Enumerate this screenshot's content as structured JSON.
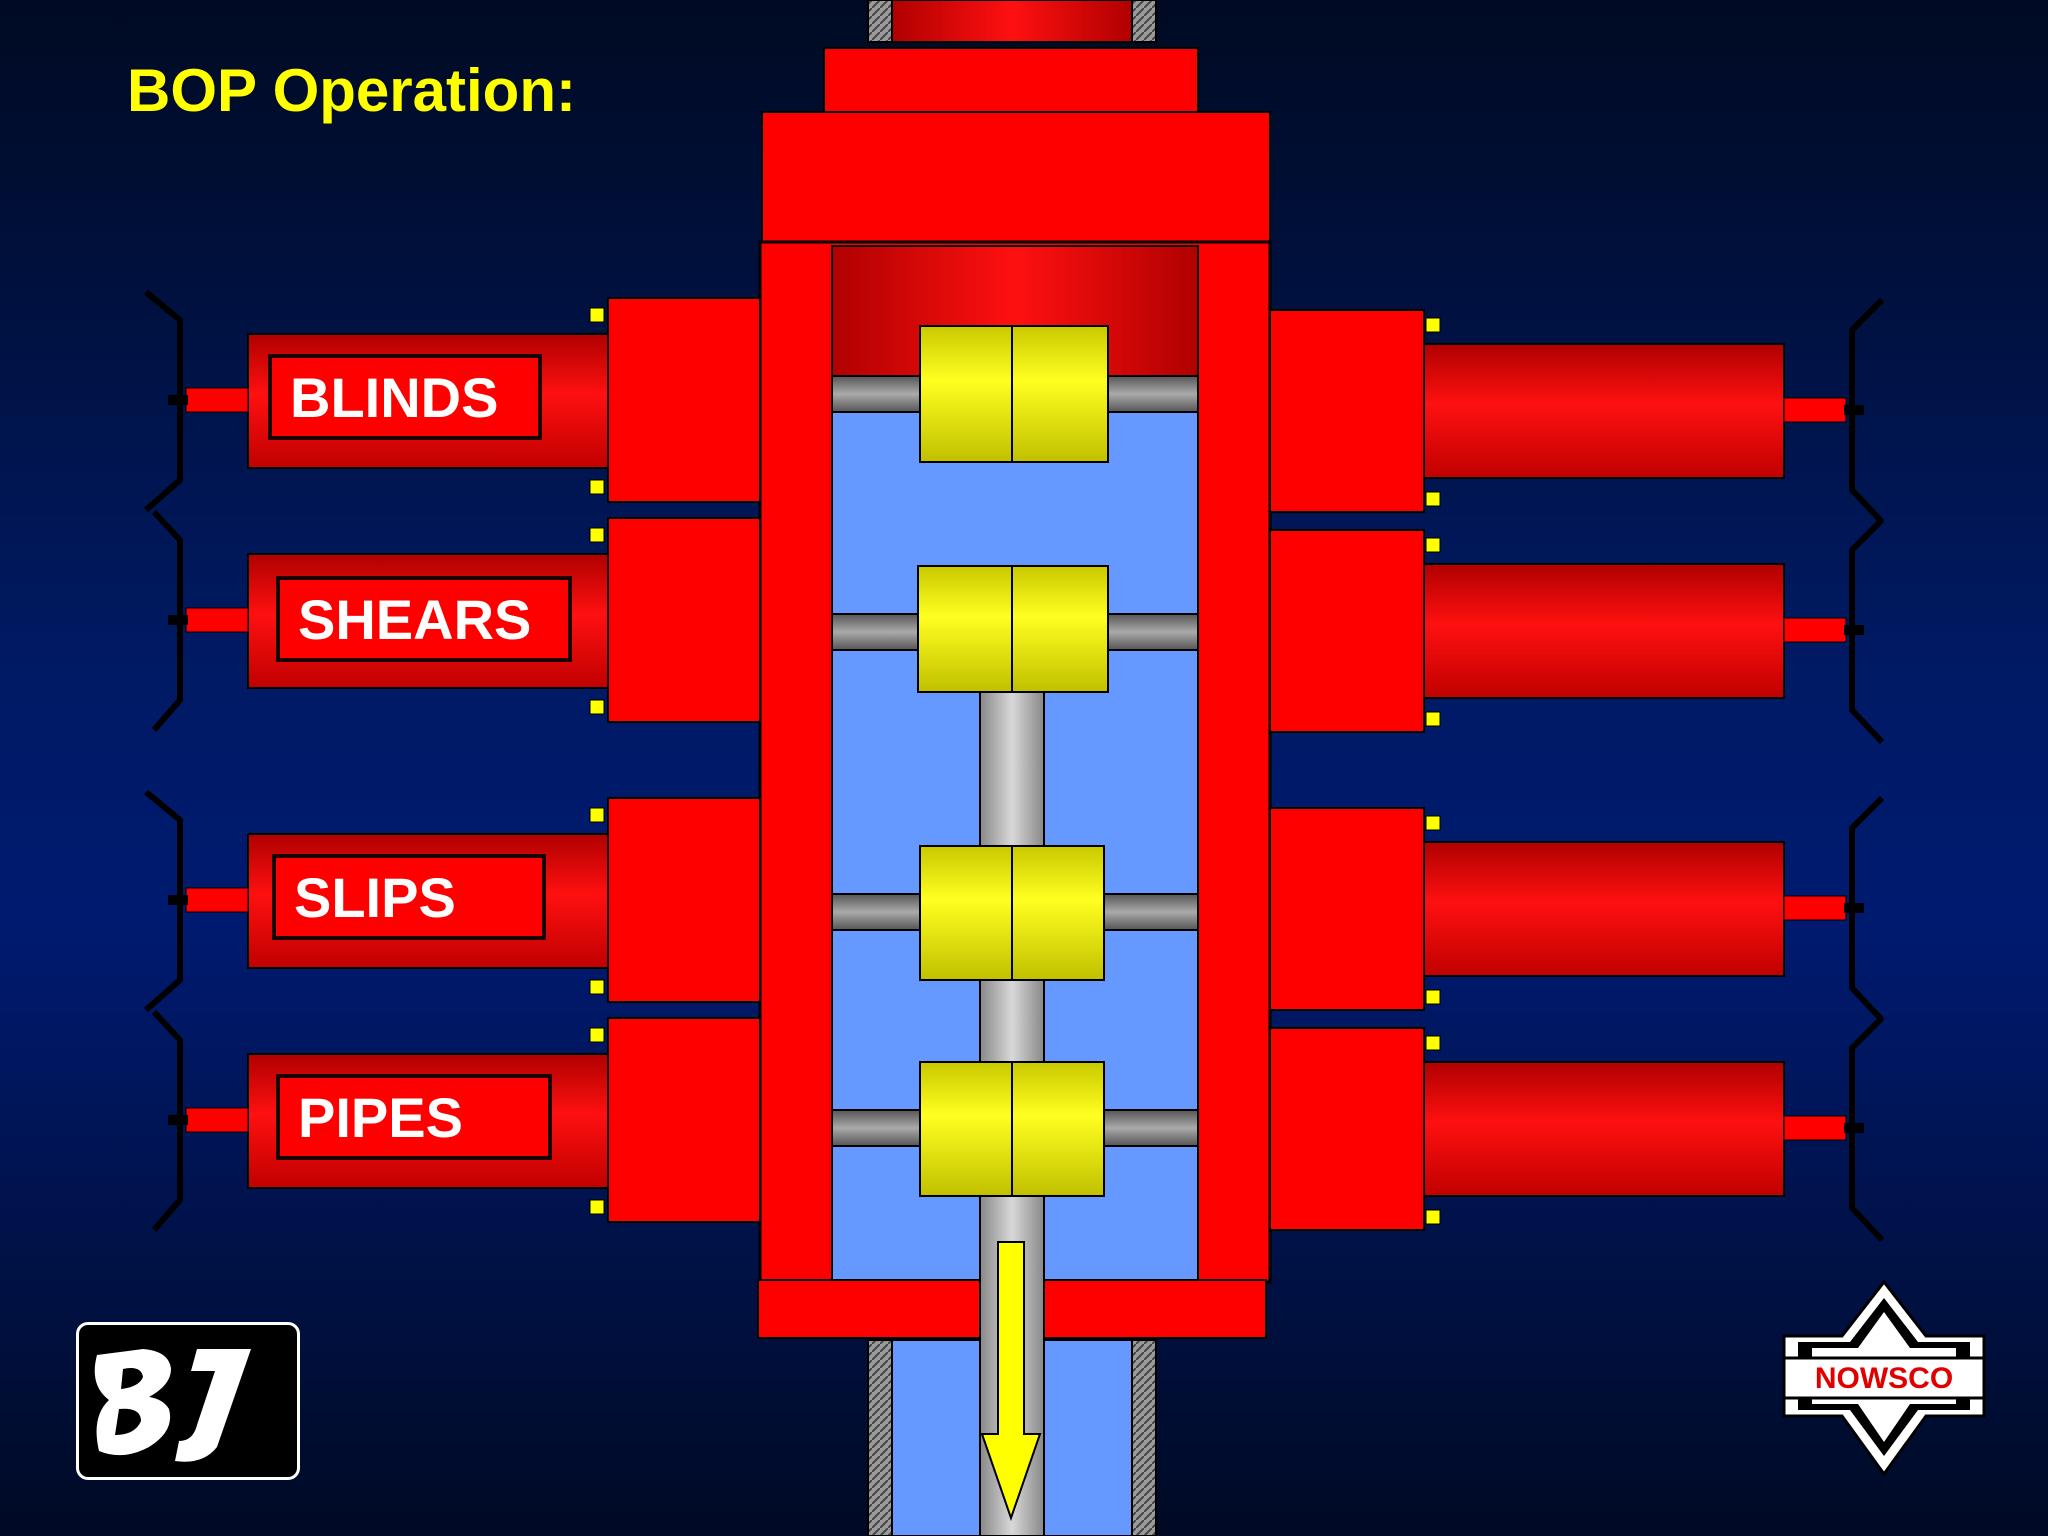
{
  "title": "BOP Operation:",
  "rams": [
    {
      "label": "BLINDS"
    },
    {
      "label": "SHEARS"
    },
    {
      "label": "SLIPS"
    },
    {
      "label": "PIPES"
    }
  ],
  "logos": {
    "left": "BJ",
    "right": "NOWSCO"
  },
  "colors": {
    "background": "#001a66",
    "body_red": "#ff0000",
    "bore_blue": "#6699ff",
    "ram_yellow": "#ffff00",
    "rod_grey": "#808080",
    "title_yellow": "#ffff00"
  }
}
